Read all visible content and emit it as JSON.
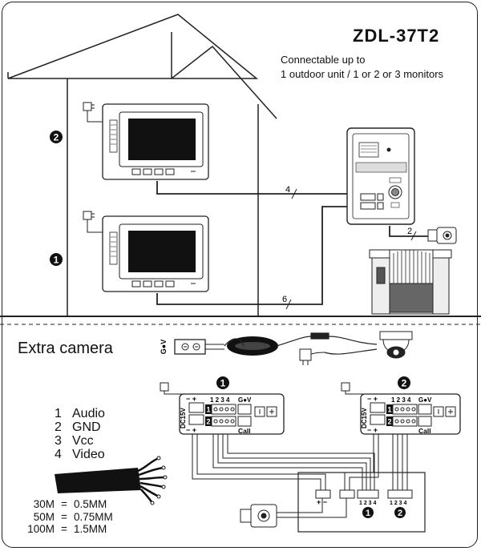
{
  "header": {
    "model": "ZDL-37T2",
    "subtitle_line1": "Connectable up to",
    "subtitle_line2": "1 outdoor unit / 1 or 2 or 3 monitors"
  },
  "house": {
    "monitor_markers": [
      "2",
      "1"
    ],
    "wire_labels": [
      "4",
      "2",
      "6"
    ]
  },
  "extra_camera": {
    "label": "Extra camera",
    "connector_label": "G●V"
  },
  "wiring_legend": [
    {
      "num": "1",
      "name": "Audio"
    },
    {
      "num": "2",
      "name": "GND"
    },
    {
      "num": "3",
      "name": "Vcc"
    },
    {
      "num": "4",
      "name": "Video"
    }
  ],
  "cable_spec": [
    {
      "length": "30M",
      "eq": "=",
      "size": "0.5MM"
    },
    {
      "length": "50M",
      "eq": "=",
      "size": "0.75MM"
    },
    {
      "length": "100M",
      "eq": "=",
      "size": "1.5MM"
    }
  ],
  "terminal_blocks": [
    {
      "marker": "1",
      "power_label": "DC15V",
      "pin_label": "1 2 3 4",
      "gv_label": "G●V",
      "call_label": "Call",
      "port_numbers": [
        "1",
        "2"
      ],
      "pm_top": "− +",
      "pm_bottom": "− +"
    },
    {
      "marker": "2",
      "power_label": "DC15V",
      "pin_label": "1 2 3 4",
      "gv_label": "G●V",
      "call_label": "Call",
      "port_numbers": [
        "1",
        "2"
      ],
      "pm_top": "− +",
      "pm_bottom": "− +"
    }
  ],
  "junction": {
    "pin_label": "1 2 3 4",
    "pm_label": "+ −",
    "markers": [
      "1",
      "2"
    ]
  }
}
